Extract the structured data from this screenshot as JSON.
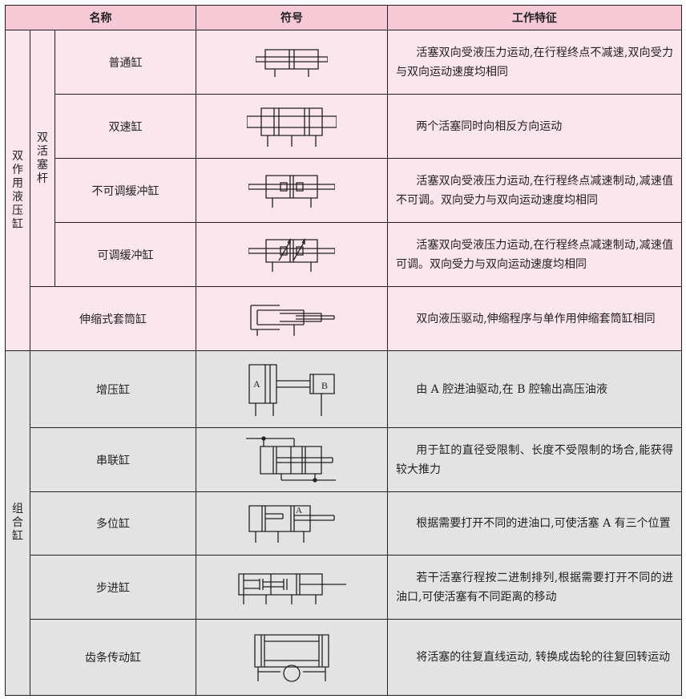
{
  "header": {
    "name": "名称",
    "symbol": "符号",
    "feature": "工作特征"
  },
  "groups": {
    "double": "双作用液压缸",
    "double_rod": "双活塞杆",
    "combo": "组合缸"
  },
  "rows": [
    {
      "name": "普通缸",
      "feature": "活塞双向受液压力运动,在行程终点不减速,双向受力与双向运动速度均相同"
    },
    {
      "name": "双速缸",
      "feature": "两个活塞同时向相反方向运动"
    },
    {
      "name": "不可调缓冲缸",
      "feature": "活塞双向受液压力运动,在行程终点减速制动,减速值不可调。双向受力与双向运动速度均相同"
    },
    {
      "name": "可调缓冲缸",
      "feature": "活塞双向受液压力运动,在行程终点减速制动,减速值可调。双向受力与双向运动速度均相同"
    },
    {
      "name": "伸缩式套筒缸",
      "feature": "双向液压驱动,伸缩程序与单作用伸缩套筒缸相同"
    },
    {
      "name": "增压缸",
      "feature": "由 A 腔进油驱动,在 B 腔输出高压油液",
      "labels": [
        "A",
        "B"
      ]
    },
    {
      "name": "串联缸",
      "feature": "用于缸的直径受限制、长度不受限制的场合,能获得较大推力"
    },
    {
      "name": "多位缸",
      "feature": "根据需要打开不同的进油口,可使活塞 A 有三个位置",
      "labels": [
        "A"
      ]
    },
    {
      "name": "步进缸",
      "feature": "若干活塞行程按二进制排列,根据需要打开不同的进油口,可使活塞有不同距离的移动"
    },
    {
      "name": "齿条传动缸",
      "feature": "将活塞的往复直线运动, 转换成齿轮的往复回转运动"
    }
  ],
  "colors": {
    "header_bg": "#f5c9d6",
    "pink_rows": "#fbe6ee",
    "grey_rows": "#e3e3e4",
    "line": "#231f20"
  }
}
